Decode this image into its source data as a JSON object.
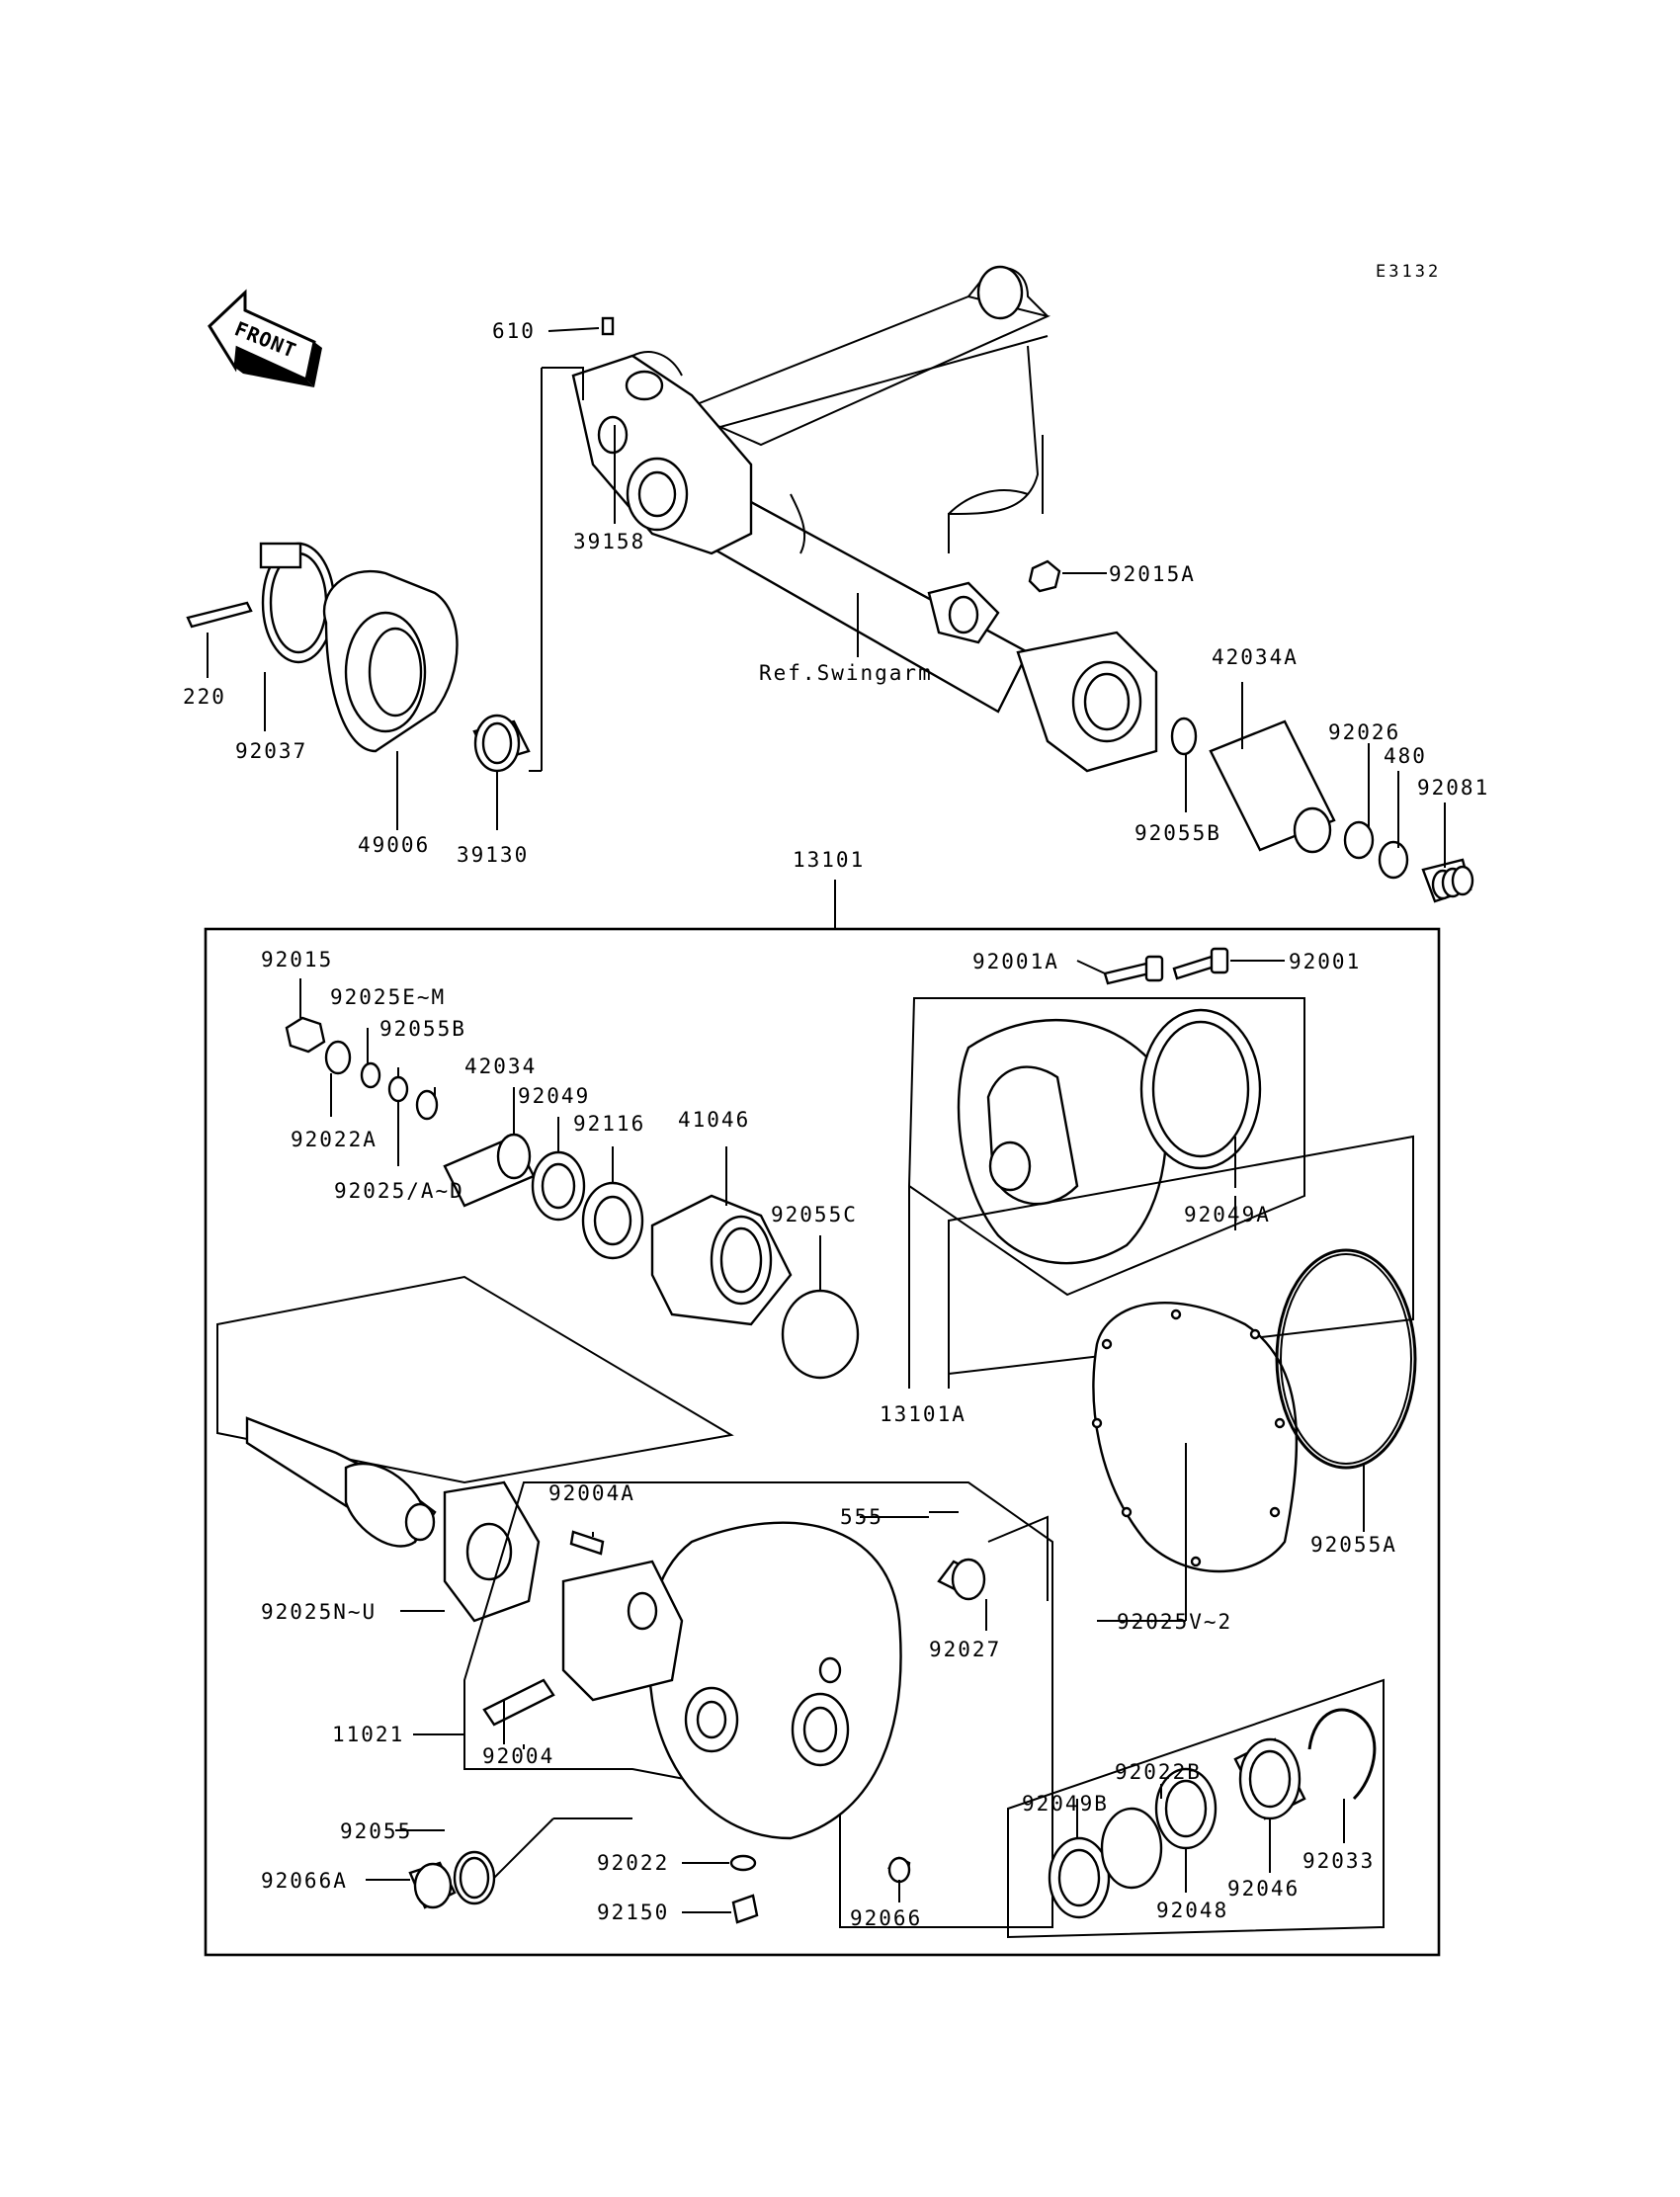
{
  "diagram_code": "E3132",
  "front_label": "FRONT",
  "parts": {
    "p610": "610",
    "p39158": "39158",
    "p_ref_swingarm": "Ref.Swingarm",
    "p92015A": "92015A",
    "p220": "220",
    "p92037": "92037",
    "p49006": "49006",
    "p39130": "39130",
    "p42034A": "42034A",
    "p92026": "92026",
    "p480": "480",
    "p92081": "92081",
    "p92055B_top": "92055B",
    "p13101": "13101",
    "p92001A": "92001A",
    "p92001": "92001",
    "p92015": "92015",
    "p92025EM": "92025E~M",
    "p92055B": "92055B",
    "p42034": "42034",
    "p92049": "92049",
    "p92116": "92116",
    "p41046": "41046",
    "p92022A": "92022A",
    "p92025AD": "92025/A~D",
    "p92055C": "92055C",
    "p92049A": "92049A",
    "p13101A": "13101A",
    "p92004A": "92004A",
    "p555": "555",
    "p92027": "92027",
    "p92025NU": "92025N~U",
    "p11021": "11021",
    "p92004": "92004",
    "p92055": "92055",
    "p92066A": "92066A",
    "p92022": "92022",
    "p92150": "92150",
    "p92066": "92066",
    "p92025V2": "92025V~2",
    "p92055A": "92055A",
    "p92022B": "92022B",
    "p92049B": "92049B",
    "p92048": "92048",
    "p92046": "92046",
    "p92033": "92033"
  },
  "icons": {
    "front_arrow": "front-arrow-icon"
  }
}
